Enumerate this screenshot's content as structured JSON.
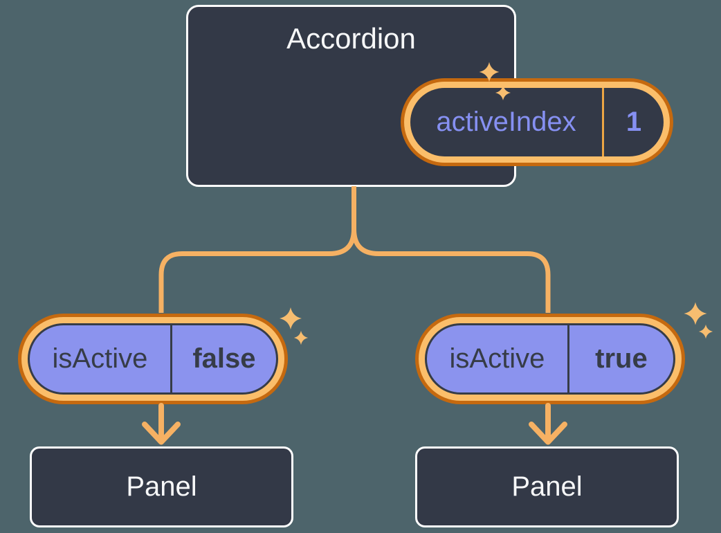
{
  "root": {
    "title": "Accordion",
    "state": {
      "label": "activeIndex",
      "value": "1"
    }
  },
  "children": [
    {
      "prop": {
        "label": "isActive",
        "value": "false"
      },
      "panel": "Panel"
    },
    {
      "prop": {
        "label": "isActive",
        "value": "true"
      },
      "panel": "Panel"
    }
  ],
  "icons": {
    "sparkle_icon": "four-point star ✦",
    "arrow_down_icon": "↓ chevron arrow"
  },
  "colors": {
    "background": "#4D646B",
    "box_fill": "#333947",
    "box_border": "#FFFFFF",
    "ring_outer": "#C5690F",
    "ring_inner": "#FBBE6A",
    "line": "#F6B163",
    "sparkle": "#F7BD70",
    "divider_orange": "#ECA544",
    "periwinkle": "#8690F2",
    "pill_fill": "#8B93EE",
    "dark_text": "#363C47",
    "light_text": "#F7F8F9"
  }
}
